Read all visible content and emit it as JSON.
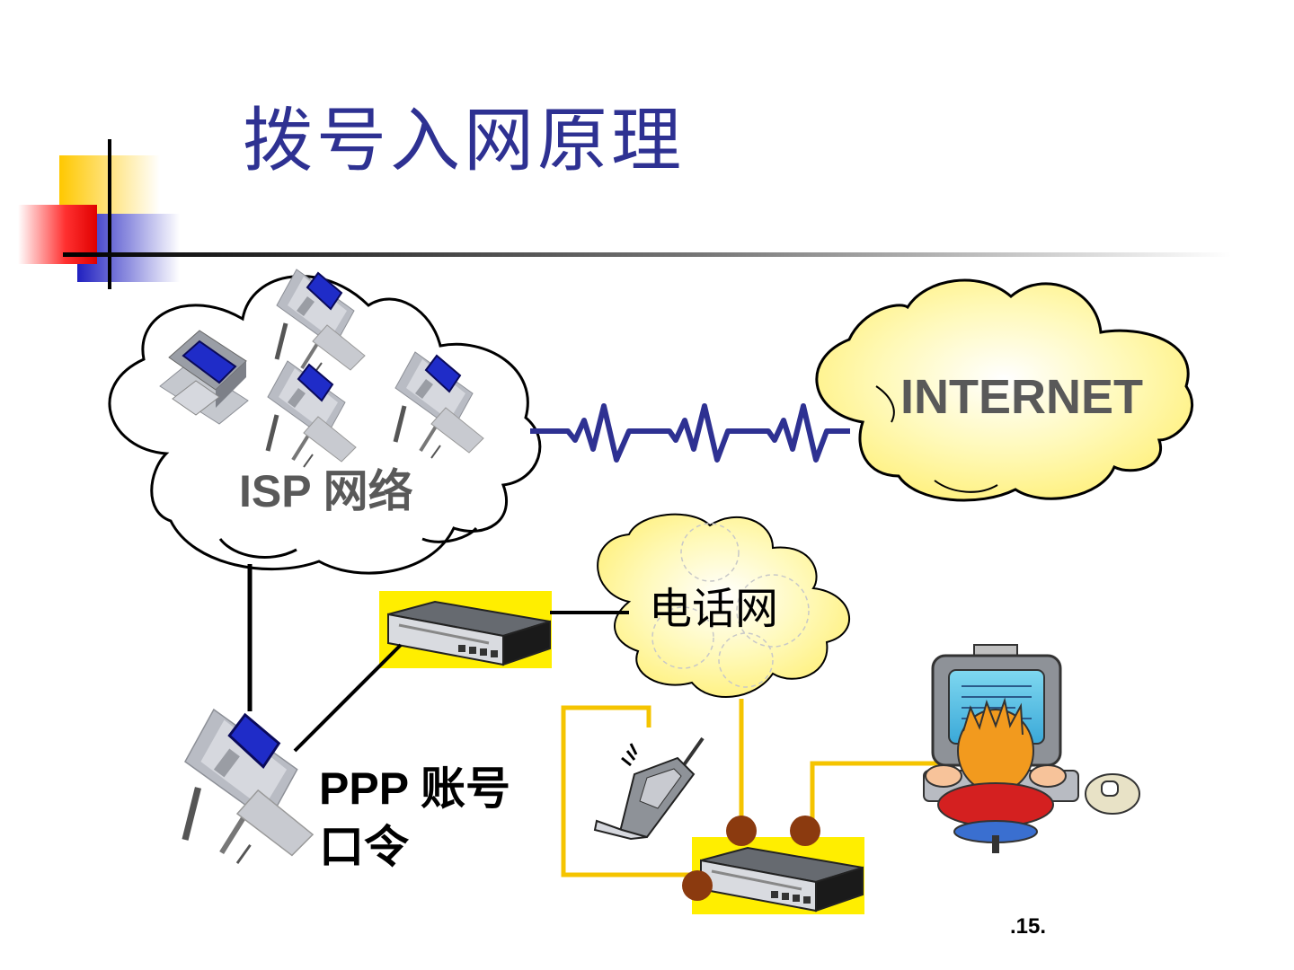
{
  "slide": {
    "title": "拨号入网原理",
    "page_number": ".15."
  },
  "labels": {
    "isp_network": "ISP 网络",
    "internet": "INTERNET",
    "phone_network": "电话网",
    "ppp_credentials": "PPP 账号口令"
  },
  "colors": {
    "title": "#2e3192",
    "cloud_fill": "#fff59a",
    "link_line": "#2e3192",
    "phone_wire": "#f5c400",
    "modem_bg": "#ffee00",
    "port_dot": "#8b3a0f"
  }
}
